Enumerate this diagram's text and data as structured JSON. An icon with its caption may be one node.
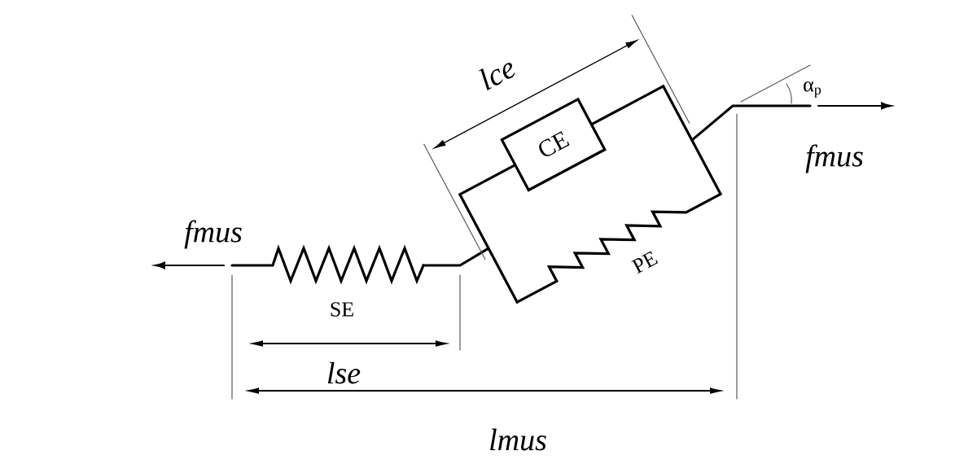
{
  "diagram": {
    "nodes": [
      {
        "text": [
          "CE"
        ]
      }
    ],
    "labels": [
      "lce",
      "α$_{p}$",
      "fmus",
      "fmus",
      "PE",
      "SE",
      "lse",
      "lmus"
    ]
  }
}
